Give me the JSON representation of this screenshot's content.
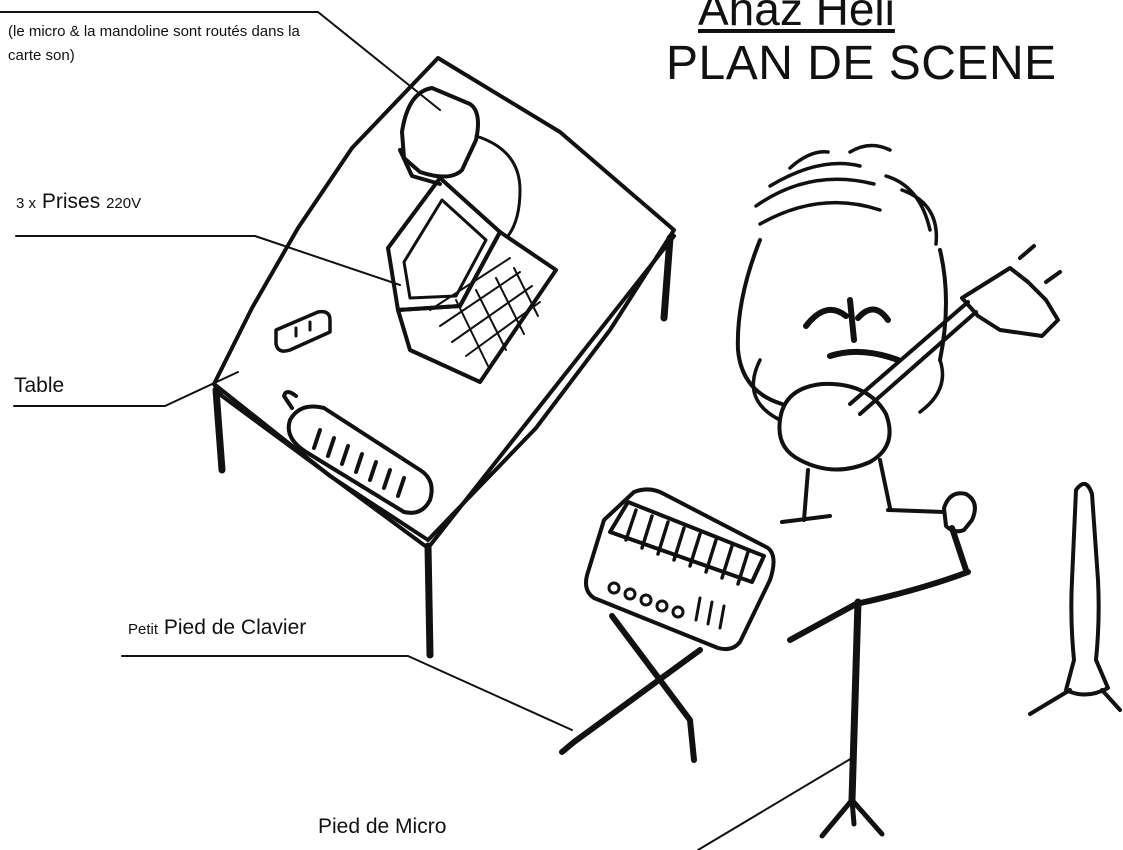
{
  "title": {
    "band_name": "Ahaz Heli",
    "subtitle": "PLAN DE SCENE"
  },
  "labels": {
    "soundcard_note": "(le micro & la mandoline sont routés dans la carte son)",
    "outlets": {
      "count": "3 x",
      "name": "Prises",
      "voltage": "220V"
    },
    "table": "Table",
    "keyboard_stand": {
      "size": "Petit",
      "name": "Pied de Clavier"
    },
    "mic_stand": "Pied de Micro"
  },
  "colors": {
    "ink": "#111111",
    "background": "#ffffff"
  }
}
